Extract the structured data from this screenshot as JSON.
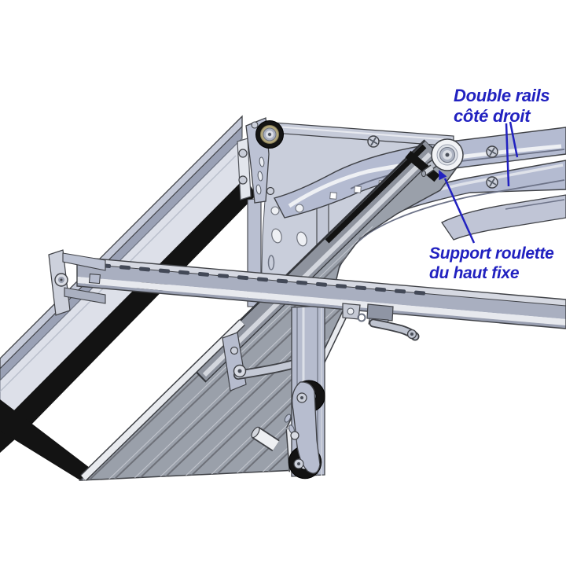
{
  "figure": {
    "type": "CAD technical illustration",
    "subject": "Sectional garage door – right-hand horizontal double rails and top roller assembly",
    "background": "#ffffff"
  },
  "annotations": {
    "color": "#2121c0",
    "labels": [
      {
        "id": "double-rails",
        "lines": [
          "Double rails",
          "côté droit"
        ],
        "points_to": "upper and lower right-hand rails"
      },
      {
        "id": "support-roulette-haut",
        "lines": [
          "Support roulette",
          "du haut fixe"
        ],
        "points_to": "fixed top roller support pin"
      }
    ]
  },
  "components": {
    "inclined_track": "inclined left track with black seal strips",
    "cable_pulley": "black cable pulley on slotted bracket",
    "double_rails": "right-hand double horizontal rails",
    "top_roller": "white top roller with fixed support pin",
    "door_panel": "ribbed sectional door panel (seen from below)",
    "operator_rail": "long perforated operator rail with end bracket",
    "release_lever": "trolley release lever",
    "vertical_track": "vertical track with twin black rollers",
    "axle_cylinder": "white roller axle cylinder",
    "hinge_arm": "curved hinge arm on panel"
  },
  "palette": {
    "steel_light": "#dce0e8",
    "steel": "#b5bcd1",
    "steel_mid": "#9aa1b5",
    "outline": "#3f4146",
    "plate": "#c9cedb",
    "panel_gray": "#9aa0aa",
    "black_parts": "#131313",
    "brass_ring": "#b3a87e",
    "white_parts": "#f2f3f6",
    "annotation_blue": "#2121c0"
  }
}
